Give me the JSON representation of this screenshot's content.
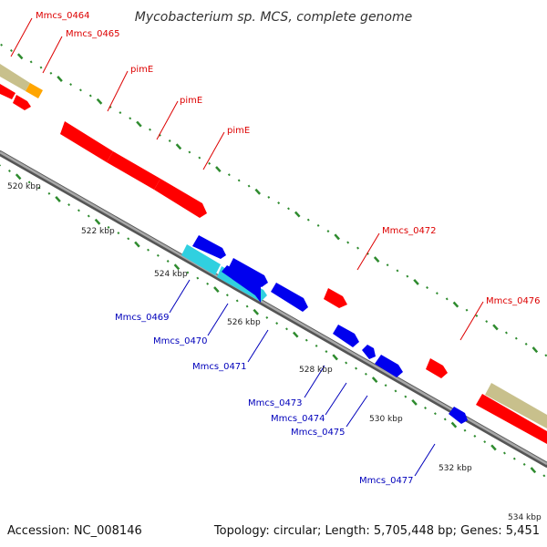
{
  "title": "Mycobacterium sp. MCS, complete genome",
  "footer": {
    "accession": "Accession: NC_008146",
    "summary": "Topology: circular; Length: 5,705,448 bp; Genes: 5,451"
  },
  "colors": {
    "backbone": "#8a8a8a",
    "tick": "#2e8b2e",
    "red_feature": "#ff0000",
    "orange_feature": "#ffa500",
    "khaki_feature": "#c8c08c",
    "blue_feature": "#0000ee",
    "cyan_feature": "#30d0e0",
    "red_label": "#dd0000",
    "blue_label": "#0000bb"
  },
  "scale_labels": [
    "520 kbp",
    "522 kbp",
    "524 kbp",
    "526 kbp",
    "528 kbp",
    "530 kbp",
    "532 kbp",
    "534 kbp"
  ],
  "gene_labels_top": [
    "Mmcs_0464",
    "Mmcs_0465",
    "pimE",
    "pimE",
    "pimE",
    "Mmcs_0472",
    "Mmcs_0476"
  ],
  "gene_labels_bottom": [
    "Mmcs_0469",
    "Mmcs_0470",
    "Mmcs_0471",
    "Mmcs_0473",
    "Mmcs_0474",
    "Mmcs_0475",
    "Mmcs_0477"
  ]
}
